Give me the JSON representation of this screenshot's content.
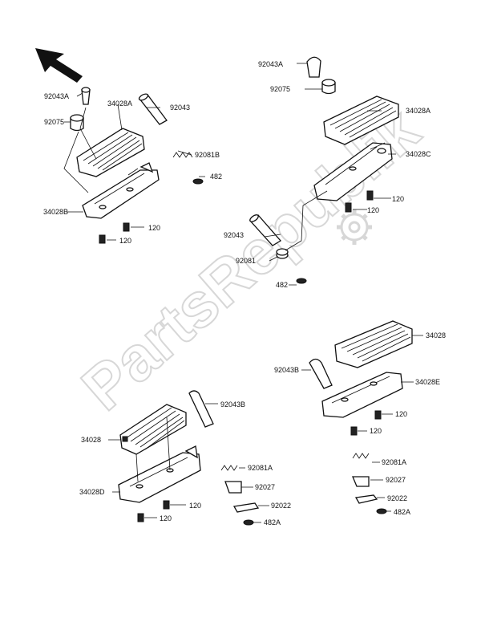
{
  "watermark": "PartsRepublik",
  "labels": {
    "a1_92043A": "92043A",
    "a1_92075": "92075",
    "a1_34028A": "34028A",
    "a1_92043": "92043",
    "a1_92081B": "92081B",
    "a1_482": "482",
    "a1_34028B": "34028B",
    "a1_120a": "120",
    "a1_120b": "120",
    "a2_92043A": "92043A",
    "a2_92075": "92075",
    "a2_34028A": "34028A",
    "a2_34028C": "34028C",
    "a2_120a": "120",
    "a2_120b": "120",
    "a2_92043": "92043",
    "a2_92081": "92081",
    "a2_482": "482",
    "a3_34028": "34028",
    "a3_92043B": "92043B",
    "a3_34028E": "34028E",
    "a3_120a": "120",
    "a3_120b": "120",
    "a3_92081A": "92081A",
    "a3_92027": "92027",
    "a3_92022": "92022",
    "a3_482A": "482A",
    "a4_92043B": "92043B",
    "a4_34028": "34028",
    "a4_92081A": "92081A",
    "a4_92027": "92027",
    "a4_34028D": "34028D",
    "a4_92022": "92022",
    "a4_120a": "120",
    "a4_120b": "120",
    "a4_482A": "482A"
  },
  "colors": {
    "ink": "#111111",
    "watermark": "#d7d7d7"
  }
}
